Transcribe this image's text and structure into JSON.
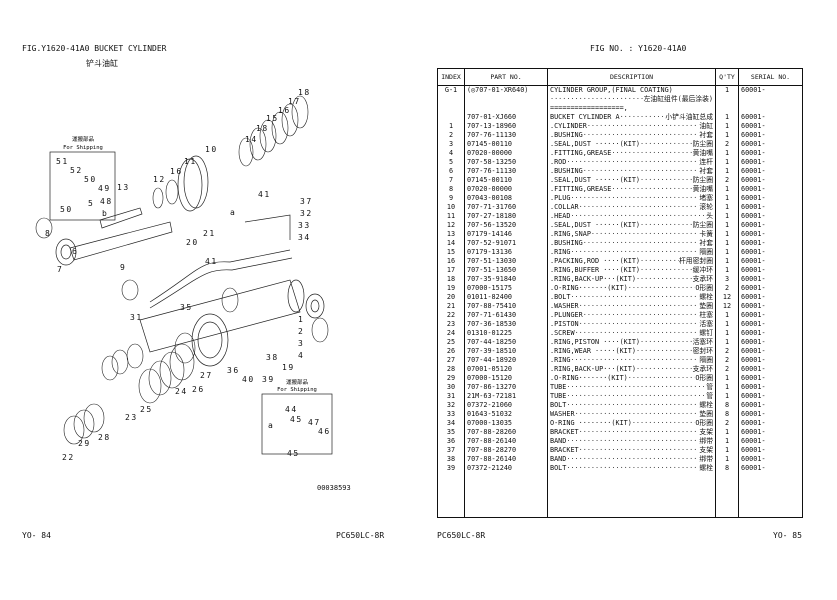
{
  "left_page": {
    "fig_title": "FIG.Y1620-41A0 BUCKET CYLINDER",
    "fig_title_cn": "铲斗油缸",
    "shipping_label_jp": "運搬部品",
    "shipping_label_en": "For Shipping",
    "drawing_no": "00038593",
    "page_no": "YO-  84",
    "model": "PC650LC-8R",
    "callouts": [
      "18",
      "17",
      "16",
      "15",
      "18",
      "14",
      "10",
      "11",
      "16",
      "12",
      "13",
      "5",
      "8",
      "6",
      "7",
      "9",
      "21",
      "20",
      "41",
      "a",
      "37",
      "32",
      "33",
      "34",
      "41",
      "35",
      "1",
      "2",
      "3",
      "4",
      "19",
      "31",
      "36",
      "38",
      "39",
      "40",
      "27",
      "26",
      "24",
      "25",
      "28",
      "29",
      "22",
      "23",
      "51",
      "52",
      "50",
      "49",
      "48",
      "50",
      "b",
      "44",
      "45",
      "47",
      "46",
      "45",
      "a"
    ]
  },
  "right_page": {
    "fig_no": "FIG NO.  : Y1620-41A0",
    "page_no": "YO-  85",
    "model": "PC650LC-8R",
    "columns": [
      "INDEX",
      "PART  NO.",
      "DESCRIPTION",
      "Q'TY",
      "SERIAL NO."
    ],
    "rows": [
      {
        "index": "G-1",
        "part": "(◎707-01-XR640)",
        "desc": "CYLINDER GROUP,(FINAL COATING)",
        "cn": "",
        "qty": "1",
        "serial": "60001-"
      },
      {
        "index": "",
        "part": "",
        "desc": "",
        "cn": "左油缸组件(最后涂装)",
        "qty": "",
        "serial": ""
      },
      {
        "index": "",
        "part": "",
        "desc": "==================,",
        "cn": "",
        "qty": "",
        "serial": ""
      },
      {
        "index": "",
        "part": "707-01-XJ660",
        "desc": "BUCKET CYLINDER A",
        "cn": "小铲斗油缸总成",
        "qty": "1",
        "serial": "60001-"
      },
      {
        "index": "1",
        "part": "707-13-18960",
        "desc": ".CYLINDER",
        "cn": "油缸",
        "qty": "1",
        "serial": "60001-"
      },
      {
        "index": "2",
        "part": "707-76-11130",
        "desc": ".BUSHING",
        "cn": "衬套",
        "qty": "1",
        "serial": "60001-"
      },
      {
        "index": "3",
        "part": "07145-00110",
        "desc": ".SEAL,DUST  ······(KIT)",
        "cn": "防尘圈",
        "qty": "2",
        "serial": "60001-"
      },
      {
        "index": "4",
        "part": "07020-00000",
        "desc": ".FITTING,GREASE",
        "cn": "黄油嘴",
        "qty": "1",
        "serial": "60001-"
      },
      {
        "index": "5",
        "part": "707-58-13250",
        "desc": ".ROD",
        "cn": "连杆",
        "qty": "1",
        "serial": "60001-"
      },
      {
        "index": "6",
        "part": "707-76-11130",
        "desc": ".BUSHING",
        "cn": "衬套",
        "qty": "1",
        "serial": "60001-"
      },
      {
        "index": "7",
        "part": "07145-00110",
        "desc": ".SEAL,DUST  ······(KIT)",
        "cn": "防尘圈",
        "qty": "2",
        "serial": "60001-"
      },
      {
        "index": "8",
        "part": "07020-00000",
        "desc": ".FITTING,GREASE",
        "cn": "黄油嘴",
        "qty": "1",
        "serial": "60001-"
      },
      {
        "index": "9",
        "part": "07043-00108",
        "desc": ".PLUG",
        "cn": "堵塞",
        "qty": "1",
        "serial": "60001-"
      },
      {
        "index": "10",
        "part": "707-71-31760",
        "desc": ".COLLAR",
        "cn": "滚轮",
        "qty": "1",
        "serial": "60001-"
      },
      {
        "index": "11",
        "part": "707-27-18180",
        "desc": ".HEAD",
        "cn": "头",
        "qty": "1",
        "serial": "60001-"
      },
      {
        "index": "12",
        "part": "707-56-13520",
        "desc": ".SEAL,DUST  ······(KIT)",
        "cn": "防尘圈",
        "qty": "1",
        "serial": "60001-"
      },
      {
        "index": "13",
        "part": "07179-14146",
        "desc": ".RING,SNAP",
        "cn": "卡簧",
        "qty": "1",
        "serial": "60001-"
      },
      {
        "index": "14",
        "part": "707-52-91071",
        "desc": ".BUSHING",
        "cn": "衬套",
        "qty": "1",
        "serial": "60001-"
      },
      {
        "index": "15",
        "part": "07179-13136",
        "desc": ".RING",
        "cn": "隔圈",
        "qty": "1",
        "serial": "60001-"
      },
      {
        "index": "16",
        "part": "707-51-13030",
        "desc": ".PACKING,ROD  ····(KIT)",
        "cn": "杆用密封圈",
        "qty": "1",
        "serial": "60001-"
      },
      {
        "index": "17",
        "part": "707-51-13650",
        "desc": ".RING,BUFFER  ····(KIT)",
        "cn": "缓冲环",
        "qty": "1",
        "serial": "60001-"
      },
      {
        "index": "18",
        "part": "707-35-91840",
        "desc": ".RING,BACK-UP···(KIT)",
        "cn": "支承环",
        "qty": "3",
        "serial": "60001-"
      },
      {
        "index": "19",
        "part": "07000-15175",
        "desc": ".O-RING·······(KIT)",
        "cn": "O形圈",
        "qty": "2",
        "serial": "60001-"
      },
      {
        "index": "20",
        "part": "01011-82400",
        "desc": ".BOLT",
        "cn": "螺栓",
        "qty": "12",
        "serial": "60001-"
      },
      {
        "index": "21",
        "part": "707-88-75410",
        "desc": ".WASHER",
        "cn": "垫圈",
        "qty": "12",
        "serial": "60001-"
      },
      {
        "index": "22",
        "part": "707-71-61430",
        "desc": ".PLUNGER",
        "cn": "柱塞",
        "qty": "1",
        "serial": "60001-"
      },
      {
        "index": "23",
        "part": "707-36-18530",
        "desc": ".PISTON",
        "cn": "活塞",
        "qty": "1",
        "serial": "60001-"
      },
      {
        "index": "24",
        "part": "01310-01225",
        "desc": ".SCREW",
        "cn": "螺钉",
        "qty": "1",
        "serial": "60001-"
      },
      {
        "index": "25",
        "part": "707-44-18250",
        "desc": ".RING,PISTON  ····(KIT)",
        "cn": "活塞环",
        "qty": "1",
        "serial": "60001-"
      },
      {
        "index": "26",
        "part": "707-39-18510",
        "desc": ".RING,WEAR  ·····(KIT)",
        "cn": "密封环",
        "qty": "2",
        "serial": "60001-"
      },
      {
        "index": "27",
        "part": "707-44-18920",
        "desc": ".RING",
        "cn": "隔圈",
        "qty": "2",
        "serial": "60001-"
      },
      {
        "index": "28",
        "part": "07001-05120",
        "desc": ".RING,BACK-UP···(KIT)",
        "cn": "支承环",
        "qty": "2",
        "serial": "60001-"
      },
      {
        "index": "29",
        "part": "07000-15120",
        "desc": ".O-RING·······(KIT)",
        "cn": "O形圈",
        "qty": "1",
        "serial": "60001-"
      },
      {
        "index": "30",
        "part": "707-86-13270",
        "desc": "TUBE",
        "cn": "管",
        "qty": "1",
        "serial": "60001-"
      },
      {
        "index": "31",
        "part": "21M-63-72181",
        "desc": "TUBE",
        "cn": "管",
        "qty": "1",
        "serial": "60001-"
      },
      {
        "index": "32",
        "part": "07372-21060",
        "desc": "BOLT",
        "cn": "螺栓",
        "qty": "8",
        "serial": "60001-"
      },
      {
        "index": "33",
        "part": "01643-51032",
        "desc": "WASHER",
        "cn": "垫圈",
        "qty": "8",
        "serial": "60001-"
      },
      {
        "index": "34",
        "part": "07000-13035",
        "desc": "O-RING  ········(KIT)",
        "cn": "O形圈",
        "qty": "2",
        "serial": "60001-"
      },
      {
        "index": "35",
        "part": "707-88-28260",
        "desc": "BRACKET",
        "cn": "支架",
        "qty": "1",
        "serial": "60001-"
      },
      {
        "index": "36",
        "part": "707-88-26140",
        "desc": "BAND",
        "cn": "绑带",
        "qty": "1",
        "serial": "60001-"
      },
      {
        "index": "37",
        "part": "707-88-28270",
        "desc": "BRACKET",
        "cn": "支架",
        "qty": "1",
        "serial": "60001-"
      },
      {
        "index": "38",
        "part": "707-88-26140",
        "desc": "BAND",
        "cn": "绑带",
        "qty": "1",
        "serial": "60001-"
      },
      {
        "index": "39",
        "part": "07372-21240",
        "desc": "BOLT",
        "cn": "螺栓",
        "qty": "8",
        "serial": "60001-"
      }
    ]
  }
}
